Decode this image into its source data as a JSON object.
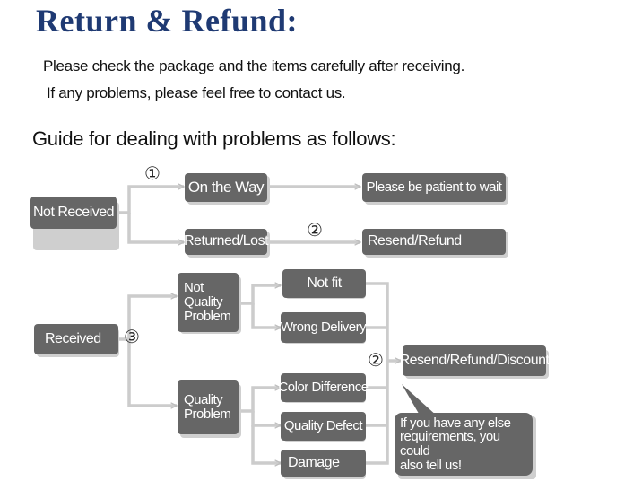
{
  "header": {
    "title": "Return & Refund:",
    "line1": "Please check the package and the items carefully after receiving.",
    "line2": "If any problems, please feel free to contact us.",
    "guide": "Guide for dealing with problems as follows:"
  },
  "steps": {
    "one": "①",
    "two": "②",
    "three": "③"
  },
  "nodes": {
    "not_received": "Not Received",
    "on_the_way": "On the Way",
    "returned_lost": "Returned/Lost",
    "please_wait": "Please be patient to wait",
    "resend_refund": "Resend/Refund",
    "received": "Received",
    "not_quality": "Not\nQuality\nProblem",
    "quality": "Quality\nProblem",
    "not_fit": "Not fit",
    "wrong_delivery": "Wrong Delivery",
    "color_difference": "Color Difference",
    "quality_defect": "Quality Defect",
    "damage": "Damage",
    "resend_refund_discount": "Resend/Refund/Discount",
    "note": "If you have any else\nrequirements, you could\nalso tell us!"
  },
  "colors": {
    "title": "#1f3a73",
    "box": "#666666",
    "arrow": "#cccccc"
  }
}
